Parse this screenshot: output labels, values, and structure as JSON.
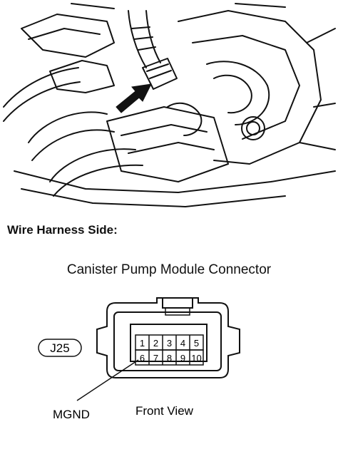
{
  "heading": "Wire Harness Side:",
  "connector_title": "Canister Pump Module Connector",
  "connector_code": "J25",
  "pins_top": [
    "1",
    "2",
    "3",
    "4",
    "5"
  ],
  "pins_bottom": [
    "6",
    "7",
    "8",
    "9",
    "10"
  ],
  "pin_label": "MGND",
  "view_label": "Front View",
  "illustration_icons": [
    "engine-bay-drawing",
    "location-arrow-icon"
  ]
}
